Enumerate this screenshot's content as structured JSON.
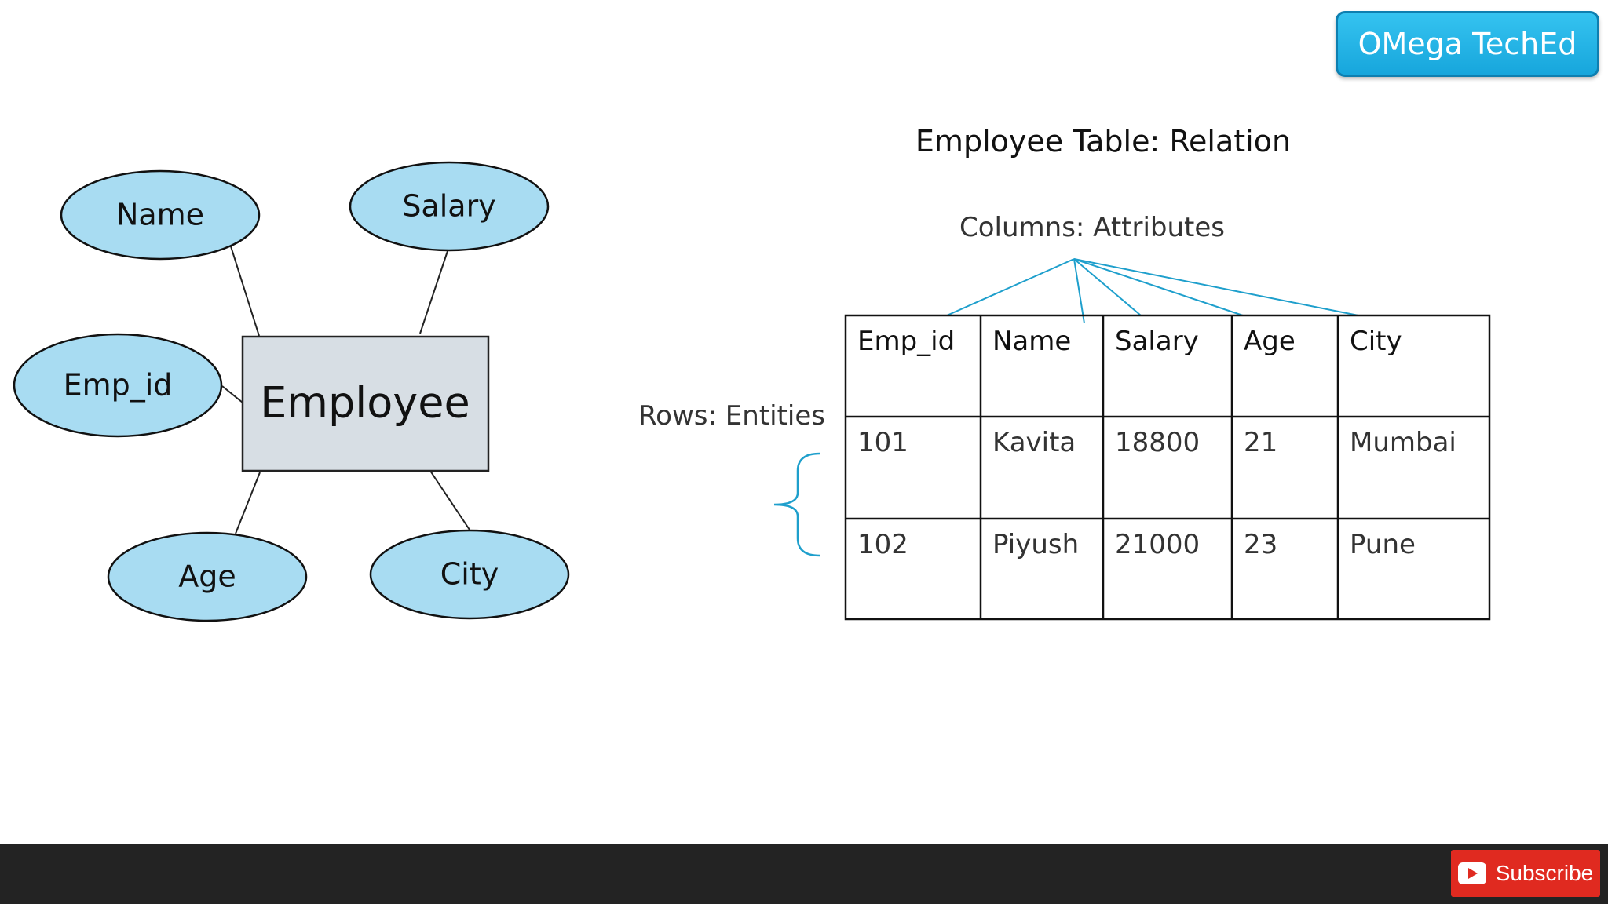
{
  "brand": {
    "label": "OMega TechEd"
  },
  "er_diagram": {
    "entity": "Employee",
    "attributes": [
      "Name",
      "Salary",
      "Emp_id",
      "Age",
      "City"
    ]
  },
  "relation_table": {
    "title": "Employee Table: Relation",
    "columns_label": "Columns: Attributes",
    "rows_label": "Rows: Entities",
    "headers": [
      "Emp_id",
      "Name",
      "Salary",
      "Age",
      "City"
    ],
    "rows": [
      [
        "101",
        "Kavita",
        "18800",
        "21",
        "Mumbai"
      ],
      [
        "102",
        "Piyush",
        "21000",
        "23",
        "Pune"
      ]
    ]
  },
  "subscribe": {
    "label": "Subscribe",
    "icon": "youtube-play-icon"
  },
  "colors": {
    "attribute_fill": "#a8dcf2",
    "entity_fill": "#d7dee4",
    "annotation_line": "#1e9fcc",
    "brand_blue": "#1fb0e6",
    "subscribe_red": "#e02a20",
    "bottom_bar": "#232323"
  }
}
